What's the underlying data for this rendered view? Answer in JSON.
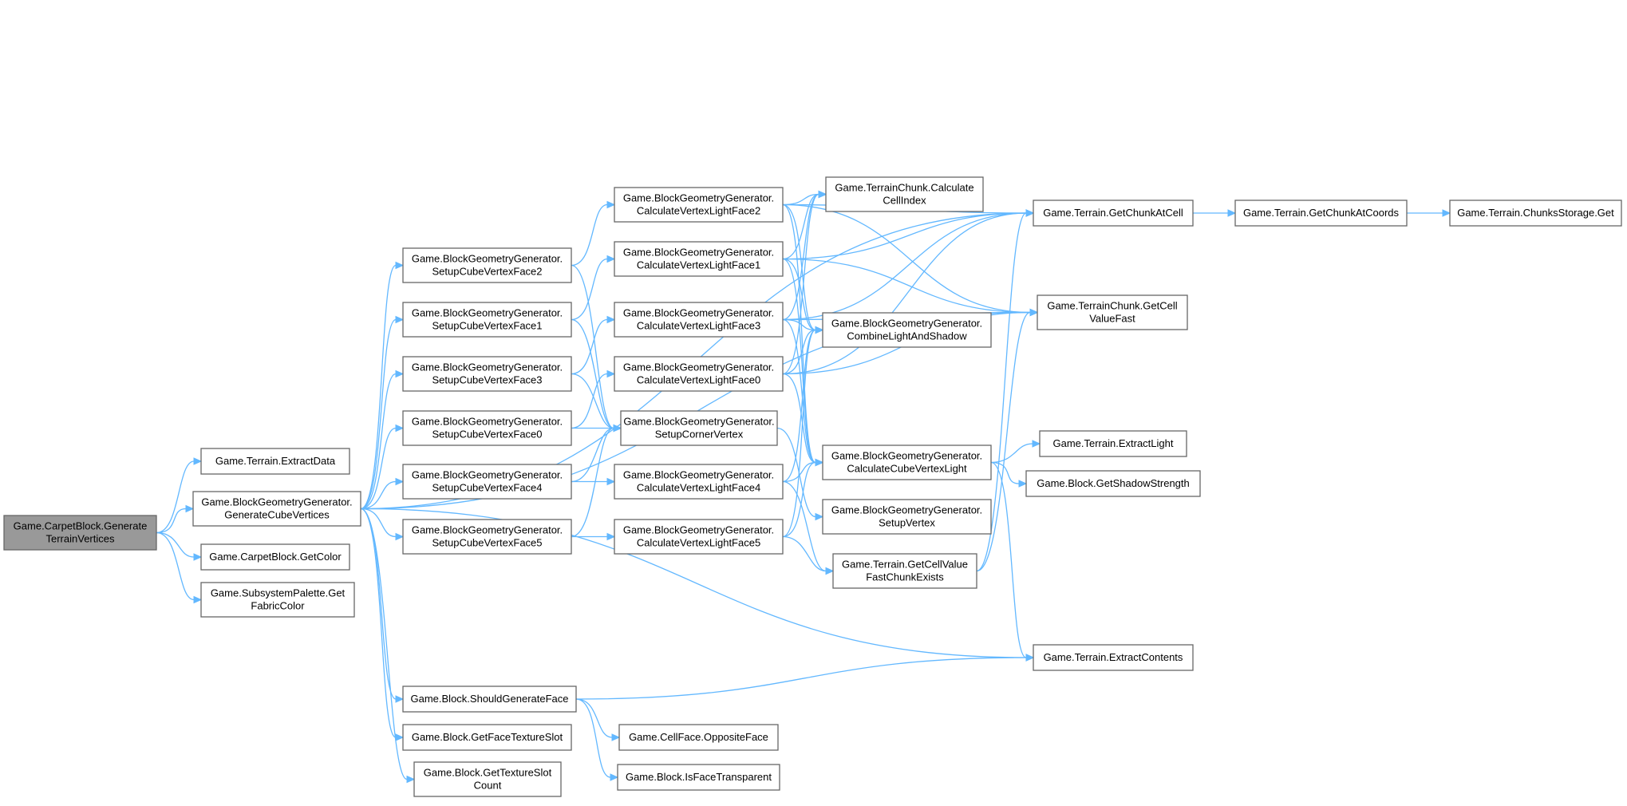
{
  "nodes": [
    {
      "id": "generate_terrain_vertices",
      "lines": [
        "Game.CarpetBlock.Generate",
        "TerrainVertices"
      ]
    },
    {
      "id": "extract_data",
      "lines": [
        "Game.Terrain.ExtractData"
      ]
    },
    {
      "id": "generate_cube_vertices",
      "lines": [
        "Game.BlockGeometryGenerator.",
        "GenerateCubeVertices"
      ]
    },
    {
      "id": "get_color",
      "lines": [
        "Game.CarpetBlock.GetColor"
      ]
    },
    {
      "id": "get_fabric_color",
      "lines": [
        "Game.SubsystemPalette.Get",
        "FabricColor"
      ]
    },
    {
      "id": "setup_face2",
      "lines": [
        "Game.BlockGeometryGenerator.",
        "SetupCubeVertexFace2"
      ]
    },
    {
      "id": "setup_face1",
      "lines": [
        "Game.BlockGeometryGenerator.",
        "SetupCubeVertexFace1"
      ]
    },
    {
      "id": "setup_face3",
      "lines": [
        "Game.BlockGeometryGenerator.",
        "SetupCubeVertexFace3"
      ]
    },
    {
      "id": "setup_face0",
      "lines": [
        "Game.BlockGeometryGenerator.",
        "SetupCubeVertexFace0"
      ]
    },
    {
      "id": "setup_face4",
      "lines": [
        "Game.BlockGeometryGenerator.",
        "SetupCubeVertexFace4"
      ]
    },
    {
      "id": "setup_face5",
      "lines": [
        "Game.BlockGeometryGenerator.",
        "SetupCubeVertexFace5"
      ]
    },
    {
      "id": "should_generate_face",
      "lines": [
        "Game.Block.ShouldGenerateFace"
      ]
    },
    {
      "id": "get_face_texture_slot",
      "lines": [
        "Game.Block.GetFaceTextureSlot"
      ]
    },
    {
      "id": "get_texture_slot_count",
      "lines": [
        "Game.Block.GetTextureSlot",
        "Count"
      ]
    },
    {
      "id": "light_face2",
      "lines": [
        "Game.BlockGeometryGenerator.",
        "CalculateVertexLightFace2"
      ]
    },
    {
      "id": "light_face1",
      "lines": [
        "Game.BlockGeometryGenerator.",
        "CalculateVertexLightFace1"
      ]
    },
    {
      "id": "light_face3",
      "lines": [
        "Game.BlockGeometryGenerator.",
        "CalculateVertexLightFace3"
      ]
    },
    {
      "id": "light_face0",
      "lines": [
        "Game.BlockGeometryGenerator.",
        "CalculateVertexLightFace0"
      ]
    },
    {
      "id": "setup_corner_vertex",
      "lines": [
        "Game.BlockGeometryGenerator.",
        "SetupCornerVertex"
      ]
    },
    {
      "id": "light_face4",
      "lines": [
        "Game.BlockGeometryGenerator.",
        "CalculateVertexLightFace4"
      ]
    },
    {
      "id": "light_face5",
      "lines": [
        "Game.BlockGeometryGenerator.",
        "CalculateVertexLightFace5"
      ]
    },
    {
      "id": "opposite_face",
      "lines": [
        "Game.CellFace.OppositeFace"
      ]
    },
    {
      "id": "is_face_transparent",
      "lines": [
        "Game.Block.IsFaceTransparent"
      ]
    },
    {
      "id": "calculate_cell_index",
      "lines": [
        "Game.TerrainChunk.Calculate",
        "CellIndex"
      ]
    },
    {
      "id": "combine_light_and_shadow",
      "lines": [
        "Game.BlockGeometryGenerator.",
        "CombineLightAndShadow"
      ]
    },
    {
      "id": "calculate_cube_vertex_light",
      "lines": [
        "Game.BlockGeometryGenerator.",
        "CalculateCubeVertexLight"
      ]
    },
    {
      "id": "setup_vertex",
      "lines": [
        "Game.BlockGeometryGenerator.",
        "SetupVertex"
      ]
    },
    {
      "id": "get_cell_value_fast_chunk_exists",
      "lines": [
        "Game.Terrain.GetCellValue",
        "FastChunkExists"
      ]
    },
    {
      "id": "get_chunk_at_cell",
      "lines": [
        "Game.Terrain.GetChunkAtCell"
      ]
    },
    {
      "id": "get_cell_value_fast",
      "lines": [
        "Game.TerrainChunk.GetCell",
        "ValueFast"
      ]
    },
    {
      "id": "extract_light",
      "lines": [
        "Game.Terrain.ExtractLight"
      ]
    },
    {
      "id": "get_shadow_strength",
      "lines": [
        "Game.Block.GetShadowStrength"
      ]
    },
    {
      "id": "extract_contents",
      "lines": [
        "Game.Terrain.ExtractContents"
      ]
    },
    {
      "id": "get_chunk_at_coords",
      "lines": [
        "Game.Terrain.GetChunkAtCoords"
      ]
    },
    {
      "id": "chunks_storage_get",
      "lines": [
        "Game.Terrain.ChunksStorage.Get"
      ]
    }
  ],
  "edges": [
    [
      "generate_terrain_vertices",
      "extract_data"
    ],
    [
      "generate_terrain_vertices",
      "generate_cube_vertices"
    ],
    [
      "generate_terrain_vertices",
      "get_color"
    ],
    [
      "generate_terrain_vertices",
      "get_fabric_color"
    ],
    [
      "generate_cube_vertices",
      "setup_face2"
    ],
    [
      "generate_cube_vertices",
      "setup_face1"
    ],
    [
      "generate_cube_vertices",
      "setup_face3"
    ],
    [
      "generate_cube_vertices",
      "setup_face0"
    ],
    [
      "generate_cube_vertices",
      "setup_face4"
    ],
    [
      "generate_cube_vertices",
      "setup_face5"
    ],
    [
      "generate_cube_vertices",
      "should_generate_face"
    ],
    [
      "generate_cube_vertices",
      "get_face_texture_slot"
    ],
    [
      "generate_cube_vertices",
      "get_texture_slot_count"
    ],
    [
      "generate_cube_vertices",
      "get_chunk_at_cell"
    ],
    [
      "generate_cube_vertices",
      "get_cell_value_fast"
    ],
    [
      "generate_cube_vertices",
      "extract_contents"
    ],
    [
      "setup_face2",
      "light_face2"
    ],
    [
      "setup_face2",
      "setup_corner_vertex"
    ],
    [
      "setup_face1",
      "light_face1"
    ],
    [
      "setup_face1",
      "setup_corner_vertex"
    ],
    [
      "setup_face3",
      "light_face3"
    ],
    [
      "setup_face3",
      "setup_corner_vertex"
    ],
    [
      "setup_face0",
      "light_face0"
    ],
    [
      "setup_face0",
      "setup_corner_vertex"
    ],
    [
      "setup_face4",
      "light_face4"
    ],
    [
      "setup_face4",
      "setup_corner_vertex"
    ],
    [
      "setup_face5",
      "light_face5"
    ],
    [
      "setup_face5",
      "setup_corner_vertex"
    ],
    [
      "should_generate_face",
      "opposite_face"
    ],
    [
      "should_generate_face",
      "is_face_transparent"
    ],
    [
      "should_generate_face",
      "extract_contents"
    ],
    [
      "light_face2",
      "calculate_cell_index"
    ],
    [
      "light_face2",
      "combine_light_and_shadow"
    ],
    [
      "light_face2",
      "calculate_cube_vertex_light"
    ],
    [
      "light_face2",
      "get_chunk_at_cell"
    ],
    [
      "light_face2",
      "get_cell_value_fast"
    ],
    [
      "light_face1",
      "calculate_cell_index"
    ],
    [
      "light_face1",
      "combine_light_and_shadow"
    ],
    [
      "light_face1",
      "calculate_cube_vertex_light"
    ],
    [
      "light_face1",
      "get_chunk_at_cell"
    ],
    [
      "light_face1",
      "get_cell_value_fast"
    ],
    [
      "light_face3",
      "calculate_cell_index"
    ],
    [
      "light_face3",
      "combine_light_and_shadow"
    ],
    [
      "light_face3",
      "calculate_cube_vertex_light"
    ],
    [
      "light_face3",
      "get_chunk_at_cell"
    ],
    [
      "light_face3",
      "get_cell_value_fast"
    ],
    [
      "light_face0",
      "calculate_cell_index"
    ],
    [
      "light_face0",
      "combine_light_and_shadow"
    ],
    [
      "light_face0",
      "calculate_cube_vertex_light"
    ],
    [
      "light_face0",
      "get_chunk_at_cell"
    ],
    [
      "light_face0",
      "get_cell_value_fast"
    ],
    [
      "setup_corner_vertex",
      "setup_vertex"
    ],
    [
      "light_face4",
      "combine_light_and_shadow"
    ],
    [
      "light_face4",
      "calculate_cube_vertex_light"
    ],
    [
      "light_face4",
      "get_cell_value_fast_chunk_exists"
    ],
    [
      "light_face5",
      "combine_light_and_shadow"
    ],
    [
      "light_face5",
      "calculate_cube_vertex_light"
    ],
    [
      "light_face5",
      "get_cell_value_fast_chunk_exists"
    ],
    [
      "calculate_cube_vertex_light",
      "extract_light"
    ],
    [
      "calculate_cube_vertex_light",
      "get_shadow_strength"
    ],
    [
      "calculate_cube_vertex_light",
      "extract_contents"
    ],
    [
      "get_cell_value_fast_chunk_exists",
      "get_chunk_at_cell"
    ],
    [
      "get_cell_value_fast_chunk_exists",
      "get_cell_value_fast"
    ],
    [
      "get_chunk_at_cell",
      "get_chunk_at_coords"
    ],
    [
      "get_chunk_at_coords",
      "chunks_storage_get"
    ]
  ],
  "colors": {
    "edge": "#63b8ff",
    "node_border": "#666666",
    "node_fill": "#ffffff",
    "root_fill": "#999999",
    "text": "#000000"
  }
}
